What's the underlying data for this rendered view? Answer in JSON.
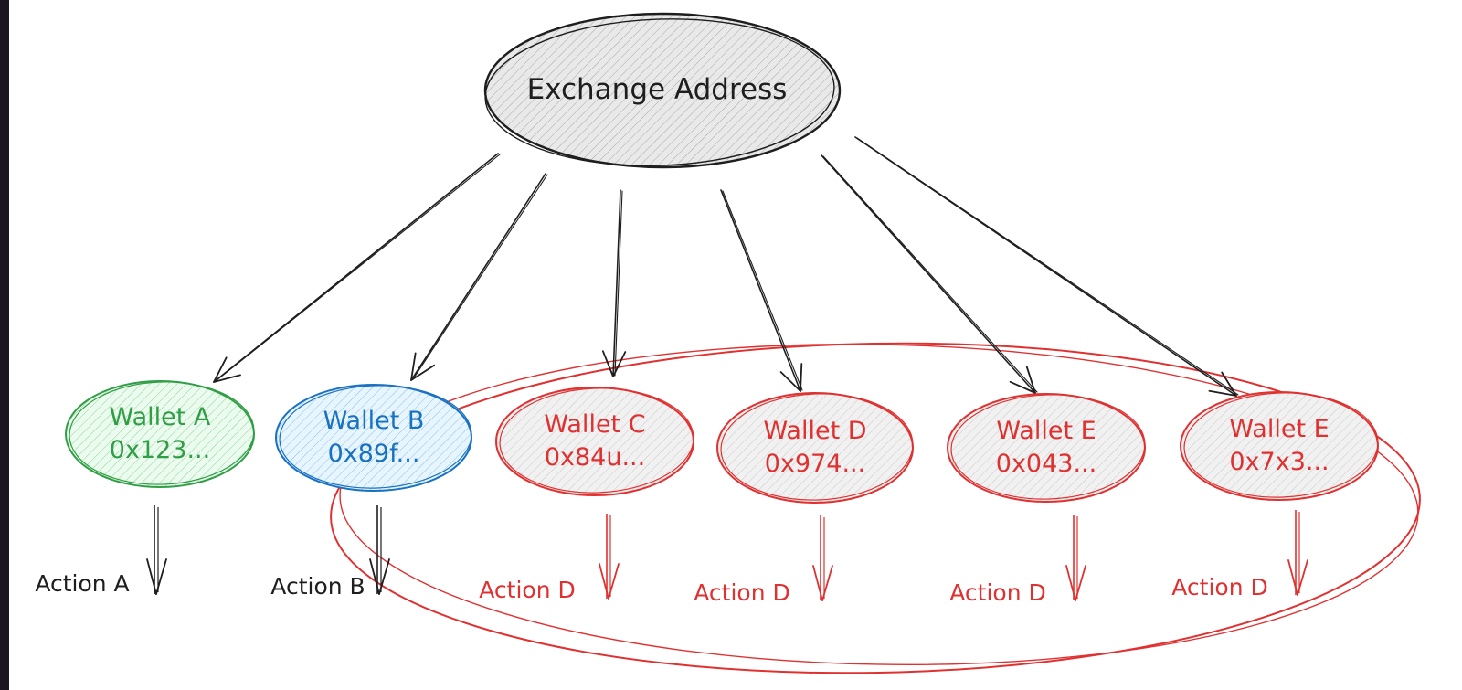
{
  "exchange": {
    "label": "Exchange Address"
  },
  "wallets": [
    {
      "name": "Wallet A",
      "address": "0x123...",
      "action": "Action A",
      "color": "#2f9e44",
      "fill": "#ebfbee"
    },
    {
      "name": "Wallet B",
      "address": "0x89f...",
      "action": "Action B",
      "color": "#1971c2",
      "fill": "#e7f5ff"
    },
    {
      "name": "Wallet C",
      "address": "0x84u...",
      "action": "Action D",
      "color": "#e03131",
      "fill": "#f1f1f1"
    },
    {
      "name": "Wallet D",
      "address": "0x974...",
      "action": "Action D",
      "color": "#e03131",
      "fill": "#f1f1f1"
    },
    {
      "name": "Wallet E",
      "address": "0x043...",
      "action": "Action D",
      "color": "#e03131",
      "fill": "#f1f1f1"
    },
    {
      "name": "Wallet E",
      "address": "0x7x3...",
      "action": "Action D",
      "color": "#e03131",
      "fill": "#f1f1f1"
    }
  ],
  "colors": {
    "ink": "#1e1e1e",
    "group_outline": "#e03131",
    "exchange_fill": "#e9e9e9",
    "hatch": "#9a9a9a",
    "frame": "#1b1622"
  }
}
